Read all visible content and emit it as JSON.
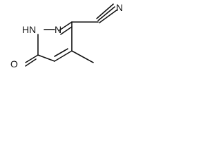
{
  "molecule": {
    "atoms": {
      "nh": "HN",
      "n2": "N",
      "n_nitrile": "N",
      "o": "O"
    }
  }
}
